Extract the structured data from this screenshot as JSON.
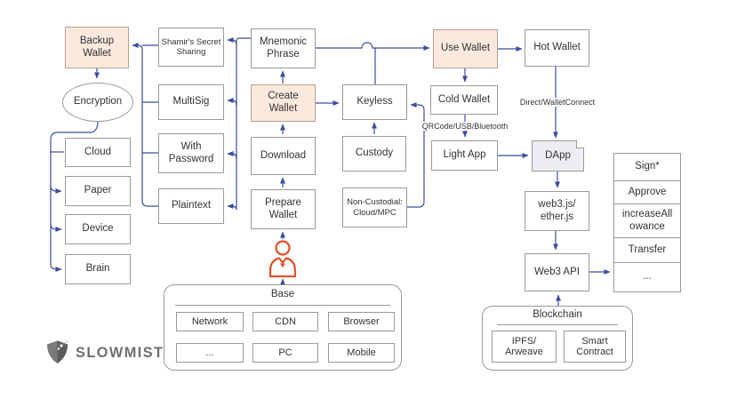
{
  "diagram": {
    "nodes": {
      "backup_wallet": "Backup\nWallet",
      "shamir": "Shamir's Secret\nSharing",
      "mnemonic": "Mnemonic\nPhrase",
      "use_wallet": "Use Wallet",
      "hot_wallet": "Hot Wallet",
      "encryption": "Encryption",
      "multisig": "MultiSig",
      "create_wallet": "Create\nWallet",
      "keyless": "Keyless",
      "cold_wallet": "Cold Wallet",
      "cloud": "Cloud",
      "with_password": "With\nPassword",
      "download": "Download",
      "custody": "Custody",
      "light_app": "Light App",
      "dapp": "DApp",
      "paper": "Paper",
      "plaintext": "Plaintext",
      "prepare_wallet": "Prepare\nWallet",
      "non_custodial": "Non-Custodial:\nCloud/MPC",
      "web3js": "web3.js/\nether.js",
      "device": "Device",
      "brain": "Brain",
      "web3_api": "Web3 API"
    },
    "edge_labels": {
      "qr": "QRCode/USB/Bluetooth",
      "direct": "Direct/WalletConnect"
    },
    "call_list": [
      "Sign*",
      "Approve",
      "increaseAll\nowance",
      "Transfer",
      "..."
    ],
    "base": {
      "title": "Base",
      "items": [
        "Network",
        "CDN",
        "Browser",
        "...",
        "PC",
        "Mobile"
      ]
    },
    "blockchain": {
      "title": "Blockchain",
      "items": [
        "IPFS/\nArweave",
        "Smart\nContract"
      ]
    },
    "logo": {
      "text": "SLOWMIST"
    },
    "colors": {
      "line": "#3e4c9d",
      "box_border": "#9a9a9a",
      "highlight_fill": "#fbe9dd",
      "note_fill": "#ededf4",
      "accent_orange": "#e2512a",
      "logo_gray": "#6f6f6f"
    }
  }
}
